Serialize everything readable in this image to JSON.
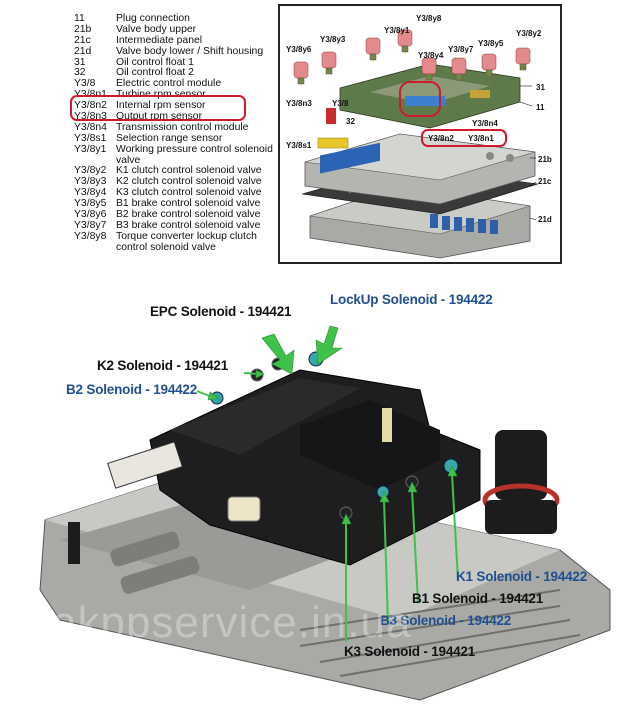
{
  "legend": {
    "items": [
      {
        "code": "11",
        "desc": "Plug connection"
      },
      {
        "code": "21b",
        "desc": "Valve body upper"
      },
      {
        "code": "21c",
        "desc": "Intermediate panel"
      },
      {
        "code": "21d",
        "desc": "Valve body lower / Shift housing"
      },
      {
        "code": "31",
        "desc": "Oil control float 1"
      },
      {
        "code": "32",
        "desc": "Oil control float 2"
      },
      {
        "code": "Y3/8",
        "desc": "Electric control module"
      },
      {
        "code": "Y3/8n1",
        "desc": "Turbine rpm sensor"
      },
      {
        "code": "Y3/8n2",
        "desc": "Internal rpm sensor"
      },
      {
        "code": "Y3/8n3",
        "desc": "Output rpm sensor"
      },
      {
        "code": "Y3/8n4",
        "desc": "Transmission control module"
      },
      {
        "code": "Y3/8s1",
        "desc": "Selection range sensor"
      },
      {
        "code": "Y3/8y1",
        "desc": "Working pressure control solenoid"
      },
      {
        "code": "",
        "desc": "valve"
      },
      {
        "code": "Y3/8y2",
        "desc": "K1 clutch control solenoid valve"
      },
      {
        "code": "Y3/8y3",
        "desc": "K2 clutch control solenoid valve"
      },
      {
        "code": "Y3/8y4",
        "desc": "K3 clutch control solenoid valve"
      },
      {
        "code": "Y3/8y5",
        "desc": "B1 brake control solenoid valve"
      },
      {
        "code": "Y3/8y6",
        "desc": "B2 brake control solenoid valve"
      },
      {
        "code": "Y3/8y7",
        "desc": "B3 brake control solenoid valve"
      },
      {
        "code": "Y3/8y8",
        "desc": "Torque converter lockup clutch"
      },
      {
        "code": "",
        "desc": "control solenoid valve"
      }
    ]
  },
  "exploded": {
    "labels": {
      "y3_8y1": "Y3/8y1",
      "y3_8y8": "Y3/8y8",
      "y3_8y2": "Y3/8y2",
      "y3_8y6": "Y3/8y6",
      "y3_8y3": "Y3/8y3",
      "y3_8y4": "Y3/8y4",
      "y3_8y7": "Y3/8y7",
      "y3_8y5": "Y3/8y5",
      "n31": "31",
      "n11": "11",
      "y3_8n3": "Y3/8n3",
      "y3_8": "Y3/8",
      "n32": "32",
      "y3_8n4": "Y3/8n4",
      "y3_8n2": "Y3/8n2",
      "y3_8n1": "Y3/8n1",
      "y3_8s1": "Y3/8s1",
      "n21b": "21b",
      "n21c": "21c",
      "n21d": "21d"
    }
  },
  "photo": {
    "callouts": {
      "epc": "EPC Solenoid - 194421",
      "lockup": "LockUp Solenoid - 194422",
      "k2": "K2 Solenoid - 194421",
      "b2": "B2 Solenoid - 194422",
      "k1": "K1 Solenoid - 194422",
      "b1": "B1 Solenoid - 194421",
      "b3": "B3 Solenoid - 194422",
      "k3": "K3 Solenoid - 194421"
    },
    "watermark": "akppservice.in.ua",
    "colors": {
      "arrow": "#3ec24a",
      "blue_label": "#1f4f8f",
      "highlight": "#d2182b"
    }
  }
}
